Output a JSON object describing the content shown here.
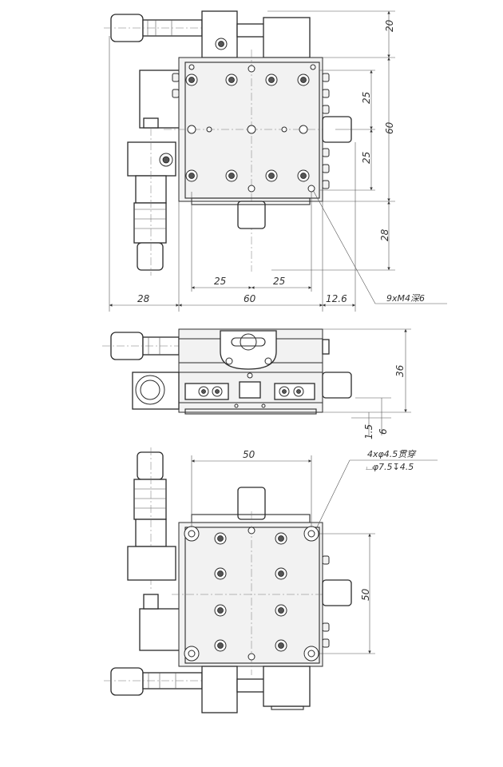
{
  "top_view": {
    "dims": {
      "top_margin": "20",
      "upper_25": "25",
      "height_60": "60",
      "lower_25": "25",
      "bottom_28": "28",
      "bottom_left_25": "25",
      "bottom_right_25": "25",
      "width_left_28": "28",
      "width_60": "60",
      "width_right_12_6": "12.6"
    },
    "hole_note": "9xM4深6"
  },
  "side_view": {
    "dims": {
      "height_36": "36",
      "small_1_5": "1.5",
      "small_6": "6"
    }
  },
  "bottom_view": {
    "dims": {
      "width_50": "50",
      "height_50": "50"
    },
    "hole_note_line1": "4xφ4.5贯穿",
    "hole_note_line2": "⌴φ7.5↧4.5"
  }
}
